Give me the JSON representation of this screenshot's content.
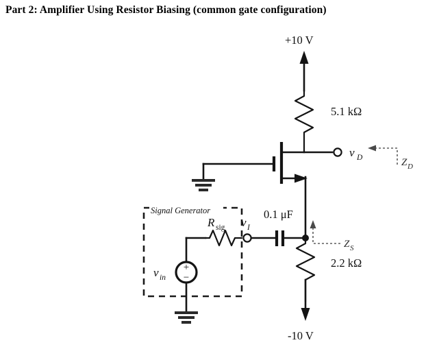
{
  "page": {
    "title": "Part 2:  Amplifier Using Resistor Biasing (common gate configuration)",
    "background_color": "#ffffff",
    "ink_color": "#141414"
  },
  "circuit": {
    "type": "common-gate-mosfet-amplifier",
    "supplies": {
      "positive_rail_label": "+10 V",
      "negative_rail_label": "-10 V"
    },
    "components": [
      {
        "id": "rd",
        "kind": "resistor",
        "label": "5.1 kΩ",
        "orientation": "vertical",
        "location": "drain-to-positive-supply"
      },
      {
        "id": "rs",
        "kind": "resistor",
        "label": "2.2 kΩ",
        "orientation": "vertical",
        "location": "source-to-negative-supply"
      },
      {
        "id": "rsig",
        "kind": "resistor",
        "label": "R",
        "label_sub": "sig",
        "orientation": "horizontal",
        "location": "signal-generator-series"
      },
      {
        "id": "cc",
        "kind": "capacitor",
        "label": "0.1 μF",
        "orientation": "horizontal",
        "location": "coupling-to-source"
      },
      {
        "id": "m1",
        "kind": "n-channel-mosfet",
        "gate": "grounded",
        "location": "center"
      },
      {
        "id": "vin",
        "kind": "ac-voltage-source",
        "label": "v",
        "label_sub": "in",
        "plus_sign": "+",
        "minus_sign": "−"
      }
    ],
    "nodes": [
      {
        "id": "vd",
        "label": "v",
        "label_sub": "D",
        "terminal": "open-circle"
      },
      {
        "id": "vi",
        "label": "v",
        "label_sub": "I",
        "terminal": "open-circle"
      }
    ],
    "impedance_markers": [
      {
        "id": "zd",
        "label": "Z",
        "label_sub": "D",
        "arrow_direction": "left",
        "points_at": "drain-node"
      },
      {
        "id": "zs",
        "label": "Z",
        "label_sub": "S",
        "arrow_direction": "up",
        "points_at": "source-node"
      }
    ],
    "enclosure": {
      "id": "signal-generator-box",
      "label": "Signal Generator",
      "style": "dashed"
    },
    "grounds": [
      {
        "id": "gate-ground",
        "location": "gate"
      },
      {
        "id": "source-generator-ground",
        "location": "signal-generator-return"
      }
    ]
  }
}
